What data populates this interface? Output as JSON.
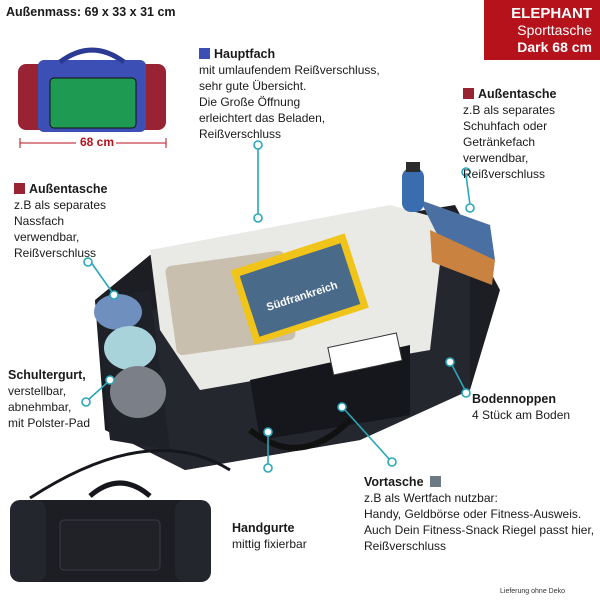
{
  "measure": "Außenmass: 69 x 33 x 31 cm",
  "badge": {
    "brand": "ELEPHANT",
    "type": "Sporttasche",
    "variant": "Dark 68 cm"
  },
  "dimension": "68 cm",
  "features": {
    "hauptfach": {
      "title": "Hauptfach",
      "lines": [
        "mit umlaufendem Reißverschluss,",
        "sehr gute Übersicht.",
        "Die Große Öffnung",
        "erleichtert das Beladen,",
        "Reißverschluss"
      ]
    },
    "aussentasche_right": {
      "title": "Außentasche",
      "lines": [
        "z.B als separates",
        "Schuhfach oder",
        "Getränkefach",
        "verwendbar,",
        "Reißverschluss"
      ]
    },
    "aussentasche_left": {
      "title": "Außentasche",
      "lines": [
        "z.B als separates",
        "Nassfach",
        "verwendbar,",
        "Reißverschluss"
      ]
    },
    "schultergurt": {
      "title": "Schultergurt,",
      "lines": [
        "verstellbar,",
        "abnehmbar,",
        "mit Polster-Pad"
      ]
    },
    "bodennoppen": {
      "title": "Bodennoppen",
      "lines": [
        "4 Stück am Boden"
      ]
    },
    "handgurte": {
      "title": "Handgurte",
      "lines": [
        "mittig fixierbar"
      ]
    },
    "vortasche": {
      "title": "Vortasche",
      "lines": [
        "z.B als Wertfach nutzbar:",
        "Handy, Geldbörse oder Fitness-Ausweis.",
        "Auch Dein Fitness-Snack Riegel passt hier,",
        "Reißverschluss"
      ]
    }
  },
  "magazine_title": "Südfrankreich",
  "footer_note": "Lieferung ohne Deko",
  "colors": {
    "accent_red": "#b5121b",
    "blue": "#3b4fb5",
    "maroon": "#9a2333",
    "gray": "#6b7a84",
    "connector": "#2aa7b8"
  }
}
